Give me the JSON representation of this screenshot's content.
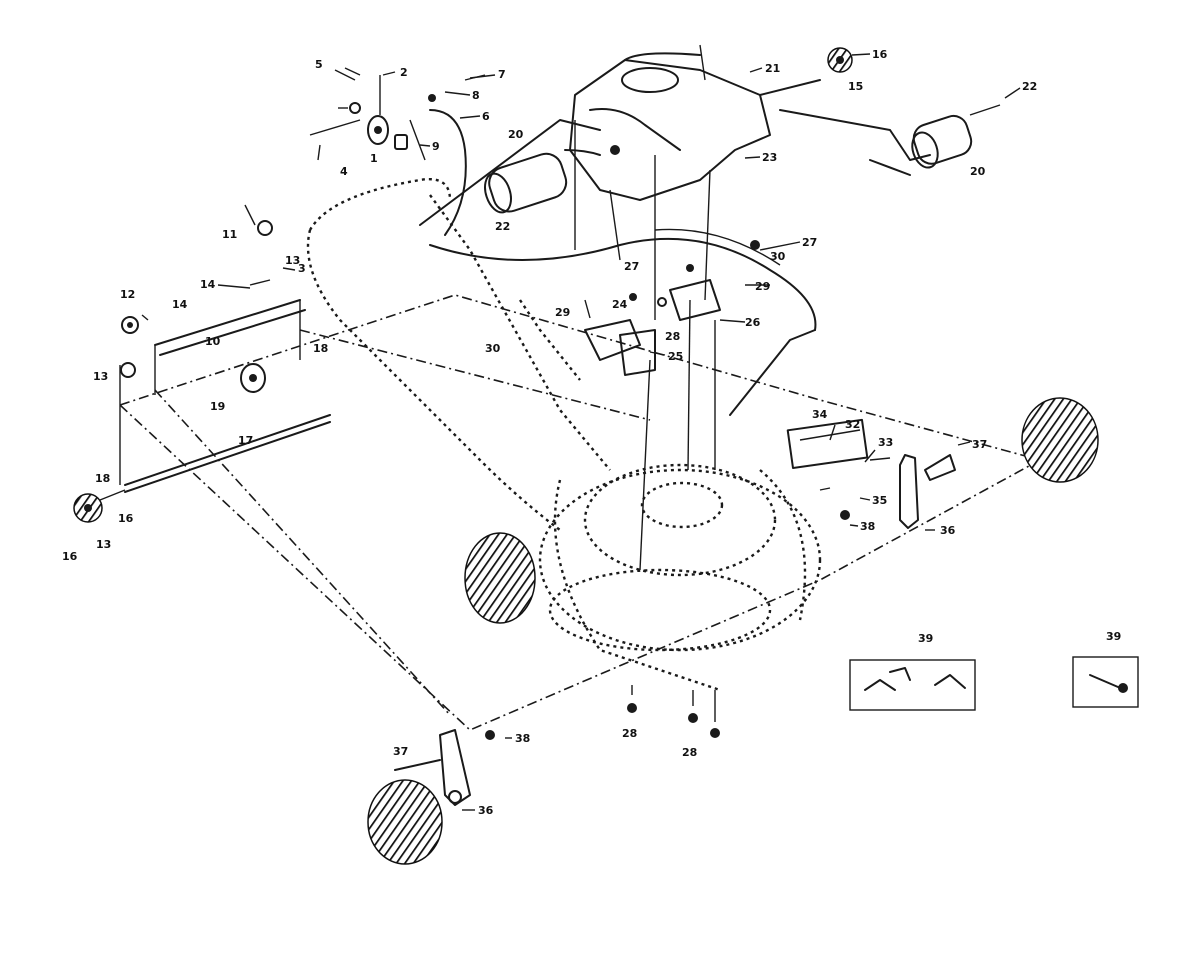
{
  "callouts": [
    {
      "id": "c1",
      "text": "1"
    },
    {
      "id": "c2",
      "text": "2"
    },
    {
      "id": "c3",
      "text": "3"
    },
    {
      "id": "c4",
      "text": "4"
    },
    {
      "id": "c5",
      "text": "5"
    },
    {
      "id": "c6",
      "text": "6"
    },
    {
      "id": "c7",
      "text": "7"
    },
    {
      "id": "c8",
      "text": "8"
    },
    {
      "id": "c9",
      "text": "9"
    },
    {
      "id": "c10",
      "text": "10"
    },
    {
      "id": "c11",
      "text": "11"
    },
    {
      "id": "c12",
      "text": "12"
    },
    {
      "id": "c13",
      "text": "13"
    },
    {
      "id": "c14",
      "text": "14"
    },
    {
      "id": "c15",
      "text": "15"
    },
    {
      "id": "c16",
      "text": "16"
    },
    {
      "id": "c17",
      "text": "17"
    },
    {
      "id": "c18",
      "text": "18"
    },
    {
      "id": "c19",
      "text": "19"
    },
    {
      "id": "c20",
      "text": "20"
    },
    {
      "id": "c21",
      "text": "21"
    },
    {
      "id": "c22",
      "text": "22"
    },
    {
      "id": "c23",
      "text": "23"
    },
    {
      "id": "c24",
      "text": "24"
    },
    {
      "id": "c25",
      "text": "25"
    },
    {
      "id": "c26",
      "text": "26"
    },
    {
      "id": "c27",
      "text": "27"
    },
    {
      "id": "c28",
      "text": "28"
    },
    {
      "id": "c29",
      "text": "29"
    },
    {
      "id": "c30",
      "text": "30"
    },
    {
      "id": "c32",
      "text": "32"
    },
    {
      "id": "c33",
      "text": "33"
    },
    {
      "id": "c34",
      "text": "34"
    },
    {
      "id": "c35",
      "text": "35"
    },
    {
      "id": "c36",
      "text": "36"
    },
    {
      "id": "c37",
      "text": "37"
    },
    {
      "id": "c38",
      "text": "38"
    },
    {
      "id": "c39",
      "text": "39"
    }
  ]
}
